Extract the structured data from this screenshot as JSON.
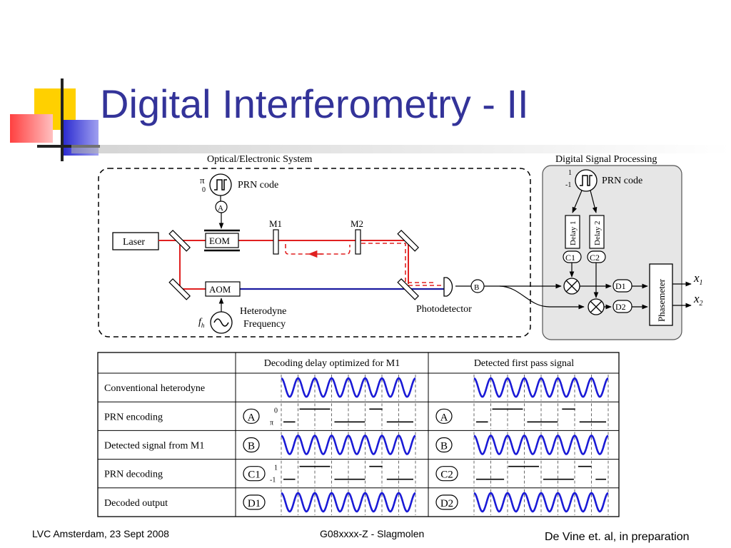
{
  "slide": {
    "title": "Digital Interferometry - II",
    "accent_color": "#333399",
    "footer_left": "LVC Amsterdam, 23 Sept 2008",
    "footer_center": "G08xxxx-Z - Slagmolen",
    "citation": "De Vine et. al, in preparation"
  },
  "diagram": {
    "optical_section_label": "Optical/Electronic System",
    "dsp_section_label": "Digital Signal Processing",
    "prn_code_label": "PRN code",
    "prn_code_dsp_label": "PRN code",
    "pi_label": "π",
    "zero_label": "0",
    "one_label": "1",
    "minus_one_label": "-1",
    "laser_label": "Laser",
    "eom_label": "EOM",
    "aom_label": "AOM",
    "m1_label": "M1",
    "m2_label": "M2",
    "node_a": "A",
    "node_b": "B",
    "heterodyne_line1": "Heterodyne",
    "heterodyne_line2": "Frequency",
    "fh_label": "f",
    "fh_sub": "h",
    "photodetector_label": "Photodetector",
    "delay1_label": "Delay 1",
    "delay2_label": "Delay 2",
    "c1_label": "C1",
    "c2_label": "C2",
    "d1_label": "D1",
    "d2_label": "D2",
    "phasemeter_label": "Phasemeter",
    "x1_label": "x",
    "x1_sub": "1",
    "x2_label": "x",
    "x2_sub": "2",
    "colors": {
      "red_beam": "#e02020",
      "blue_beam": "#1a1aa0",
      "wave": "#1a1ad6",
      "dsp_bg": "#e6e6e6"
    }
  },
  "table": {
    "col1_header": "Decoding delay optimized for M1",
    "col2_header": "Detected first pass signal",
    "rows": [
      {
        "label": "Conventional heterodyne",
        "tag1": "",
        "tag2": "",
        "kind": "wave"
      },
      {
        "label": "PRN encoding",
        "tag1": "A",
        "tag2": "A",
        "kind": "prn",
        "hi": "0",
        "lo": "π"
      },
      {
        "label": "Detected signal from M1",
        "tag1": "B",
        "tag2": "B",
        "kind": "wave"
      },
      {
        "label": "PRN decoding",
        "tag1": "C1",
        "tag2": "C2",
        "kind": "prn",
        "hi": "1",
        "lo": "-1"
      },
      {
        "label": "Decoded output",
        "tag1": "D1",
        "tag2": "D2",
        "kind": "wave"
      }
    ]
  }
}
